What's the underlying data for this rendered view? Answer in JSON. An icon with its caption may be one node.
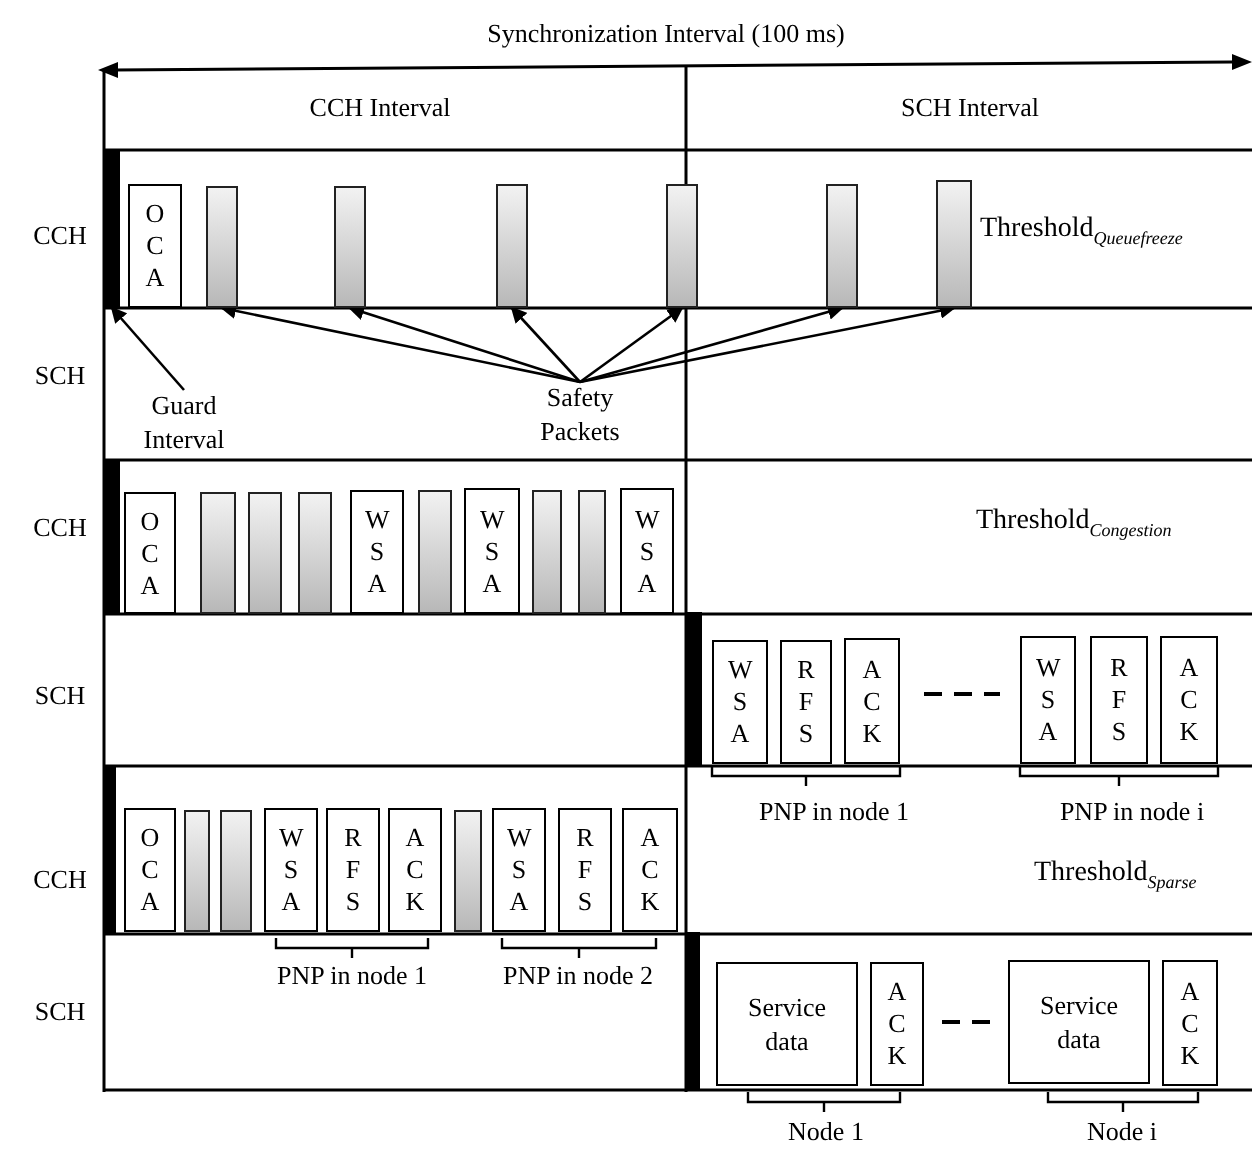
{
  "diagram": {
    "nodes": [
      {
        "text": [],
        "shape": "bar"
      },
      {
        "text": [
          "O C A"
        ]
      },
      {
        "text": [],
        "shape": "box"
      },
      {
        "text": [],
        "shape": "box"
      },
      {
        "text": [],
        "shape": "box"
      },
      {
        "text": [],
        "shape": "box"
      },
      {
        "text": [],
        "shape": "box"
      },
      {
        "text": [],
        "shape": "box"
      },
      {
        "text": [
          "Guard Interval"
        ]
      },
      {
        "text": [
          "Safety Packets"
        ]
      },
      {
        "text": [],
        "shape": "bar"
      },
      {
        "text": [
          "O C A"
        ]
      },
      {
        "text": [],
        "shape": "box"
      },
      {
        "text": [],
        "shape": "box"
      },
      {
        "text": [],
        "shape": "box"
      },
      {
        "text": [
          "W S A"
        ]
      },
      {
        "text": [],
        "shape": "box"
      },
      {
        "text": [
          "W S A"
        ]
      },
      {
        "text": [],
        "shape": "box"
      },
      {
        "text": [],
        "shape": "box"
      },
      {
        "text": [
          "W S A"
        ]
      },
      {
        "text": [],
        "shape": "bar"
      },
      {
        "text": [
          "W S A"
        ]
      },
      {
        "text": [
          "R F S"
        ]
      },
      {
        "text": [
          "A C K"
        ]
      },
      {
        "text": [
          "W S A"
        ]
      },
      {
        "text": [
          "R F S"
        ]
      },
      {
        "text": [
          "A C K"
        ]
      },
      {
        "text": [],
        "shape": "bar"
      },
      {
        "text": [
          "O C A"
        ]
      },
      {
        "text": [],
        "shape": "box"
      },
      {
        "text": [],
        "shape": "box"
      },
      {
        "text": [
          "W S A"
        ]
      },
      {
        "text": [
          "R F S"
        ]
      },
      {
        "text": [
          "A C K"
        ]
      },
      {
        "text": [],
        "shape": "box"
      },
      {
        "text": [
          "W S A"
        ]
      },
      {
        "text": [
          "R F S"
        ]
      },
      {
        "text": [
          "A C K"
        ]
      },
      {
        "text": [],
        "shape": "bar"
      },
      {
        "text": [
          "Service data"
        ]
      },
      {
        "text": [
          "A C K"
        ]
      },
      {
        "text": [
          "Service data"
        ]
      },
      {
        "text": [
          "A C K"
        ]
      }
    ],
    "edges": [
      {
        "from": 8,
        "to": 0,
        "arrow": "to"
      },
      {
        "from": 9,
        "to": 2,
        "arrow": "to"
      },
      {
        "from": 9,
        "to": 3,
        "arrow": "to"
      },
      {
        "from": 9,
        "to": 4,
        "arrow": "to"
      },
      {
        "from": 9,
        "to": 5,
        "arrow": "to"
      },
      {
        "from": 9,
        "to": 6,
        "arrow": "to"
      },
      {
        "from": 9,
        "to": 7,
        "arrow": "to"
      }
    ],
    "labels": [
      "Synchronization Interval (100 ms)",
      "CCH Interval",
      "SCH Interval",
      "CCH",
      "Threshold$_{Queuefreeze}$",
      "SCH",
      "CCH",
      "Threshold$_{Congestion}$",
      "SCH",
      "PNP in node 1",
      "PNP in node i",
      "CCH",
      "Threshold$_{Sparse}$",
      "PNP in node 1",
      "PNP in node 2",
      "SCH",
      "Node 1",
      "Node i"
    ]
  }
}
